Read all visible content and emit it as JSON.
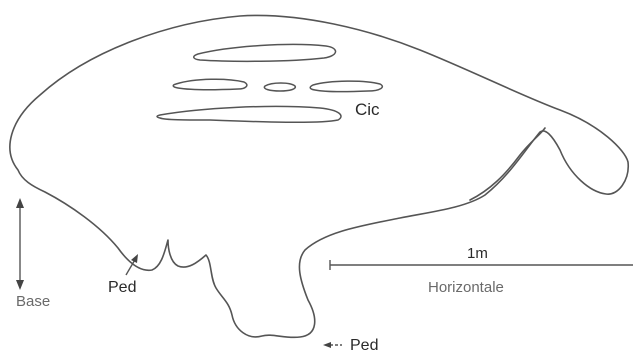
{
  "labels": {
    "cic": "Cic",
    "scale_length": "1m",
    "horizontal": "Horizontale",
    "base": "Base",
    "ped_left": "Ped",
    "ped_bottom": "Ped"
  }
}
